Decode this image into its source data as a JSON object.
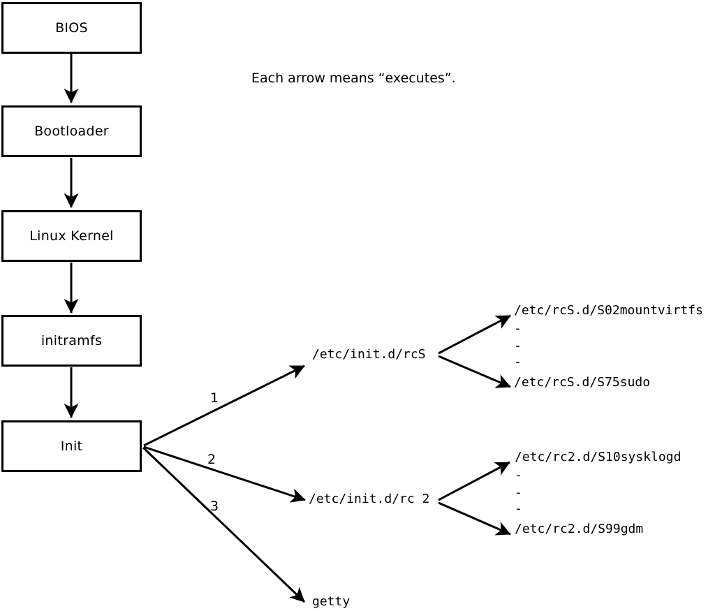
{
  "diagram": {
    "caption": "Each arrow means “executes”.",
    "boxes": [
      {
        "label": "BIOS"
      },
      {
        "label": "Bootloader"
      },
      {
        "label": "Linux Kernel"
      },
      {
        "label": "initramfs"
      },
      {
        "label": "Init"
      }
    ],
    "edge_labels": [
      "1",
      "2",
      "3"
    ],
    "nodes": {
      "rcS": "/etc/init.d/rcS",
      "rc2": "/etc/init.d/rc 2",
      "getty": "getty"
    },
    "rcS_children": [
      "/etc/rcS.d/S02mountvirtfs",
      "-",
      "-",
      "-",
      "/etc/rcS.d/S75sudo"
    ],
    "rc2_children": [
      "/etc/rc2.d/S10sysklogd",
      "-",
      "-",
      "-",
      "/etc/rc2.d/S99gdm"
    ],
    "colors": {
      "line": "#000000",
      "background": "#ffffff"
    }
  }
}
